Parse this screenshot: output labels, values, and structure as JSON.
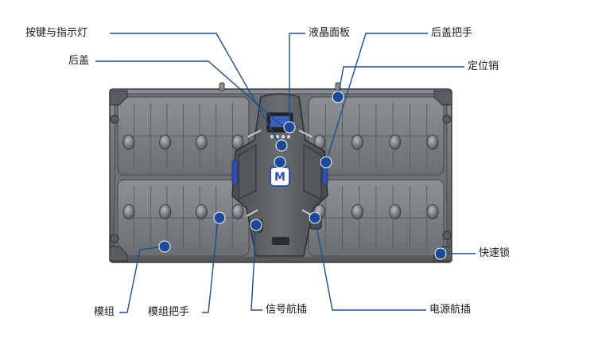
{
  "labels": {
    "buttons_indicator": "按键与指示灯",
    "lcd_panel": "液晶面板",
    "rear_cover_handle": "后盖把手",
    "rear_cover": "后盖",
    "locating_pin": "定位销",
    "quick_lock": "快速锁",
    "module": "模组",
    "module_handle": "模组把手",
    "signal_plug": "信号航插",
    "power_plug": "电源航插"
  },
  "colors": {
    "callout_line": "#1f4f8f",
    "callout_dot": "#1b4a9a",
    "cabinet_frame": "#5f6266",
    "module_plate": "#7a7e82",
    "center_housing": "#3e4144",
    "accent_blue": "#2f4fa8"
  },
  "logo_text": "M"
}
